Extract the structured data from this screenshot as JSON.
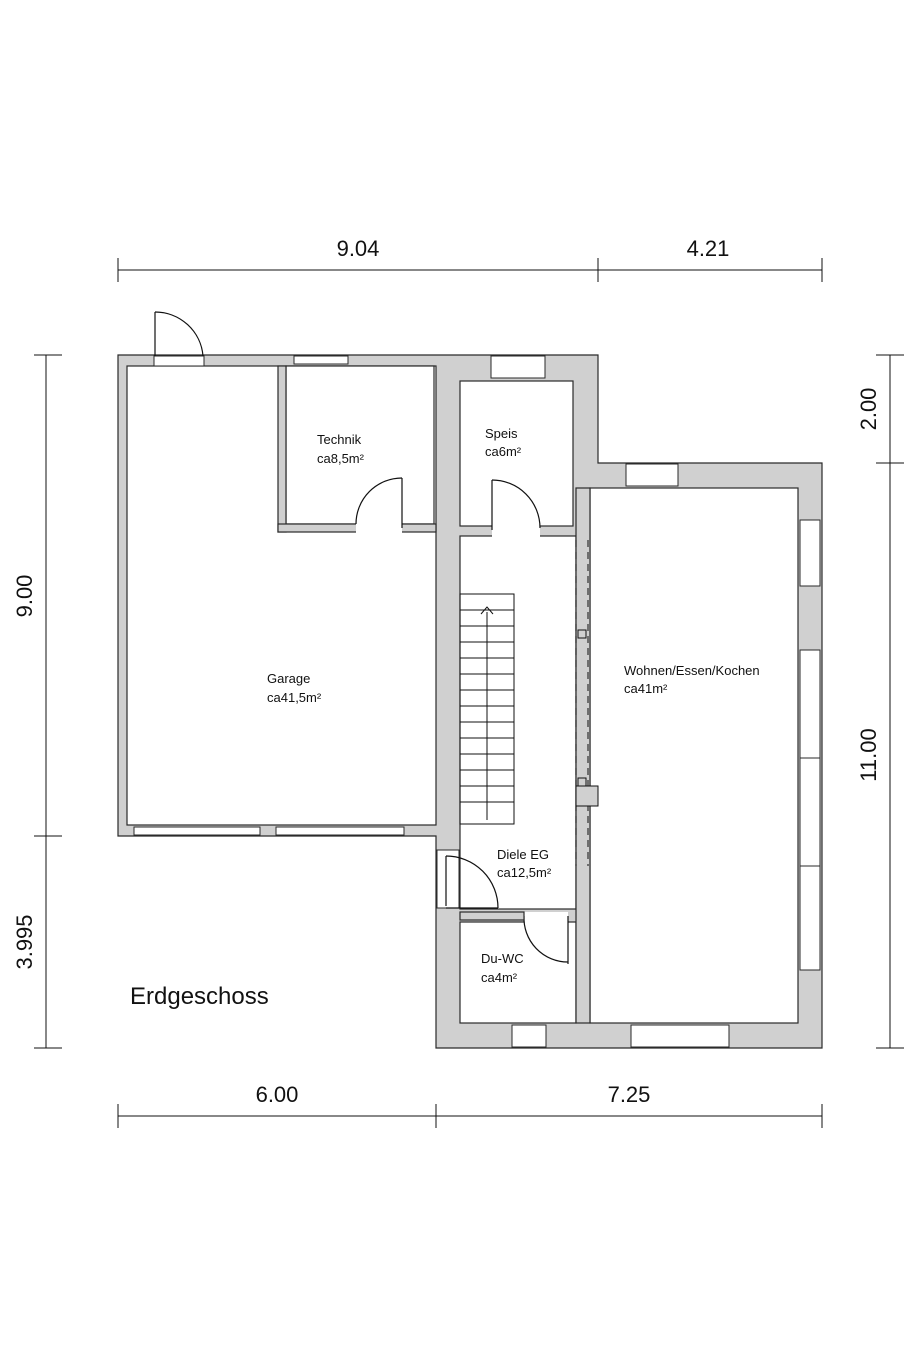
{
  "title": "Erdgeschoss",
  "rooms": {
    "technik": {
      "name": "Technik",
      "area": "ca8,5m²"
    },
    "speis": {
      "name": "Speis",
      "area": "ca6m²"
    },
    "garage": {
      "name": "Garage",
      "area": "ca41,5m²"
    },
    "wohnen": {
      "name": "Wohnen/Essen/Kochen",
      "area": "ca41m²"
    },
    "diele": {
      "name": "Diele EG",
      "area": "ca12,5m²"
    },
    "duwc": {
      "name": "Du-WC",
      "area": "ca4m²"
    }
  },
  "dimensions": {
    "top_left": "9.04",
    "top_right": "4.21",
    "bottom_left": "6.00",
    "bottom_right": "7.25",
    "left_upper": "9.00",
    "left_lower": "3.995",
    "right_upper": "2.00",
    "right_lower": "11.00"
  }
}
